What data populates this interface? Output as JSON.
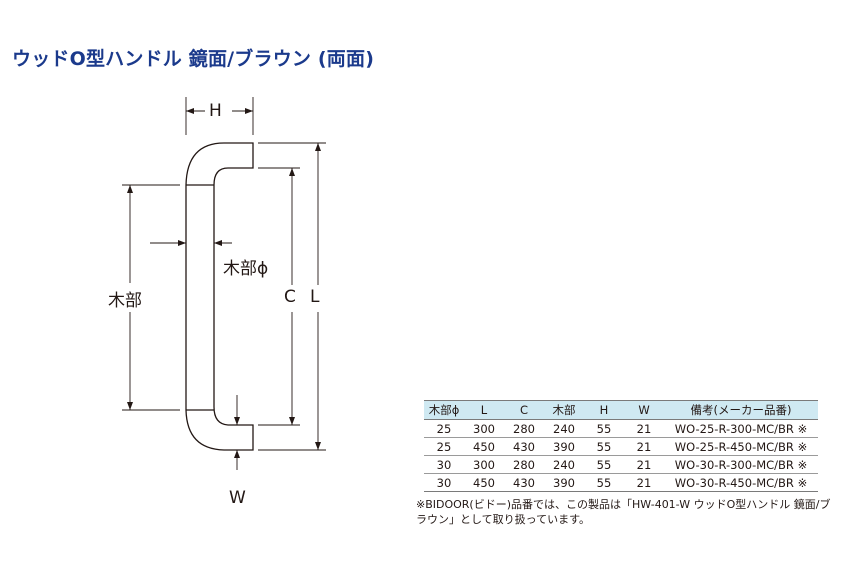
{
  "title": "ウッドO型ハンドル 鏡面/ブラウン (両面)",
  "drawing_labels": {
    "h": "H",
    "wood": "木部",
    "wood_diameter": "木部ϕ",
    "c": "C",
    "l": "L",
    "w": "W"
  },
  "table": {
    "headers": [
      "木部ϕ",
      "L",
      "C",
      "木部",
      "H",
      "W",
      "備考(メーカー品番)"
    ],
    "rows": [
      [
        "25",
        "300",
        "280",
        "240",
        "55",
        "21",
        "WO-25-R-300-MC/BR ※"
      ],
      [
        "25",
        "450",
        "430",
        "390",
        "55",
        "21",
        "WO-25-R-450-MC/BR ※"
      ],
      [
        "30",
        "300",
        "280",
        "240",
        "55",
        "21",
        "WO-30-R-300-MC/BR ※"
      ],
      [
        "30",
        "450",
        "430",
        "390",
        "55",
        "21",
        "WO-30-R-450-MC/BR ※"
      ]
    ]
  },
  "note": "※BIDOOR(ビドー)品番では、この製品は「HW-401-W ウッドO型ハンドル 鏡面/ブラウン」として取り扱っています。",
  "colors": {
    "title": "#1b3a8c",
    "table_header_bg": "#cfe9f2",
    "line": "#231815"
  }
}
